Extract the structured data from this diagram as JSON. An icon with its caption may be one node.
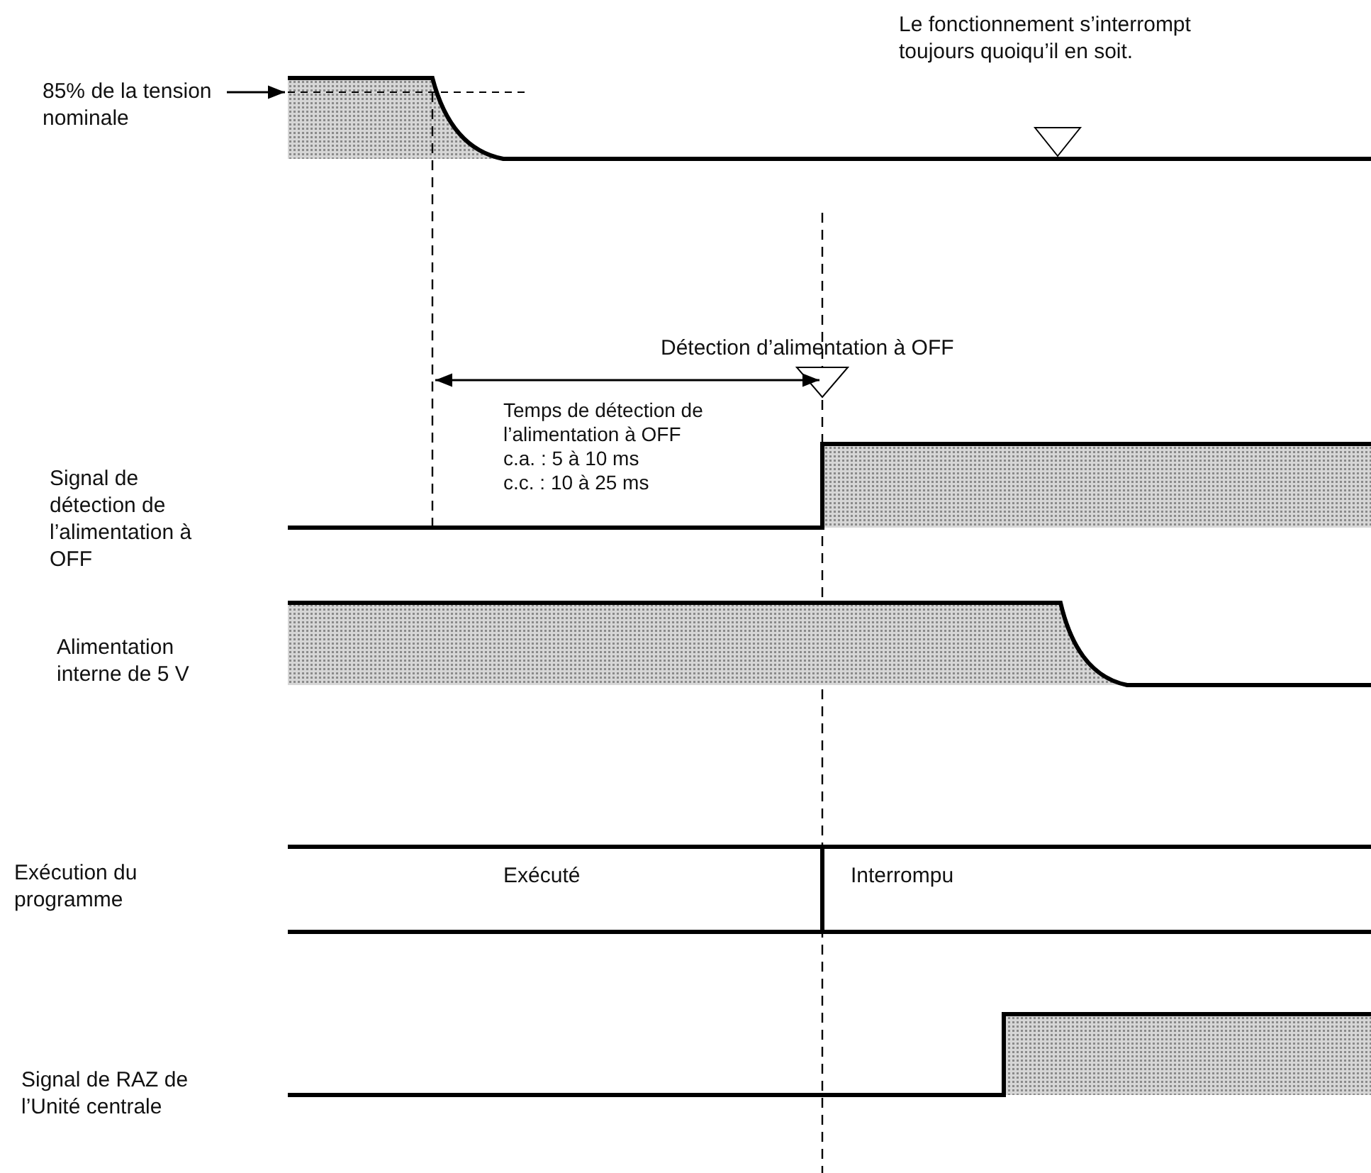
{
  "diagram": {
    "labels": [
      "Le fonctionnement s’interrompt toujours quoiqu’il en soit.",
      "85% de la tension nominale",
      "Détection d’alimentation à OFF",
      "Temps de détection de l’alimentation à OFF",
      "c.a. : 5 à 10 ms",
      "c.c. : 10 à 25 ms",
      "Signal de détection de l’alimentation à OFF",
      "Alimentation interne de 5 V",
      "Exécution du programme",
      "Exécuté",
      "Interrompu",
      "Signal de RAZ de l’Unité centrale"
    ]
  }
}
